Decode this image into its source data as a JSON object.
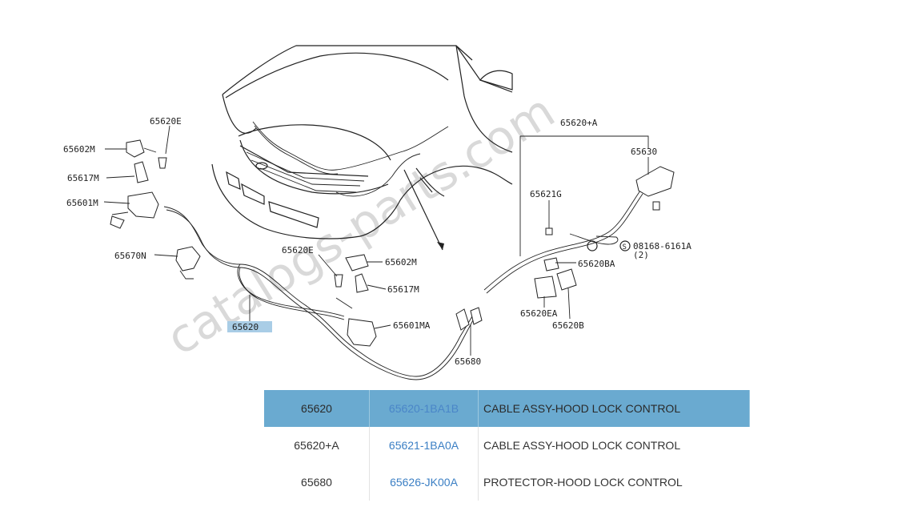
{
  "watermark": "catalogs-parts.com",
  "callouts": {
    "c65620E_a": "65620E",
    "c65602M_a": "65602M",
    "c65617M_a": "65617M",
    "c65601M": "65601M",
    "c65670N": "65670N",
    "c65620E_b": "65620E",
    "c65602M_b": "65602M",
    "c65617M_b": "65617M",
    "c65601MA": "65601MA",
    "c65620": "65620",
    "c65680": "65680",
    "c65620A": "65620+A",
    "c65630": "65630",
    "c65621G": "65621G",
    "c08168": "08168-6161A",
    "c08168qty": "(2)",
    "c65620BA": "65620BA",
    "c65620EA": "65620EA",
    "c65620B": "65620B"
  },
  "colors": {
    "highlight_row": "#6aaad0",
    "link": "#3b7fc4",
    "callout_highlight": "#a9cde6"
  },
  "parts": [
    {
      "ref": "65620",
      "part_no": "65620-1BA1B",
      "description": "CABLE ASSY-HOOD LOCK CONTROL",
      "selected": true
    },
    {
      "ref": "65620+A",
      "part_no": "65621-1BA0A",
      "description": "CABLE ASSY-HOOD LOCK CONTROL",
      "selected": false
    },
    {
      "ref": "65680",
      "part_no": "65626-JK00A",
      "description": "PROTECTOR-HOOD LOCK CONTROL",
      "selected": false
    }
  ]
}
